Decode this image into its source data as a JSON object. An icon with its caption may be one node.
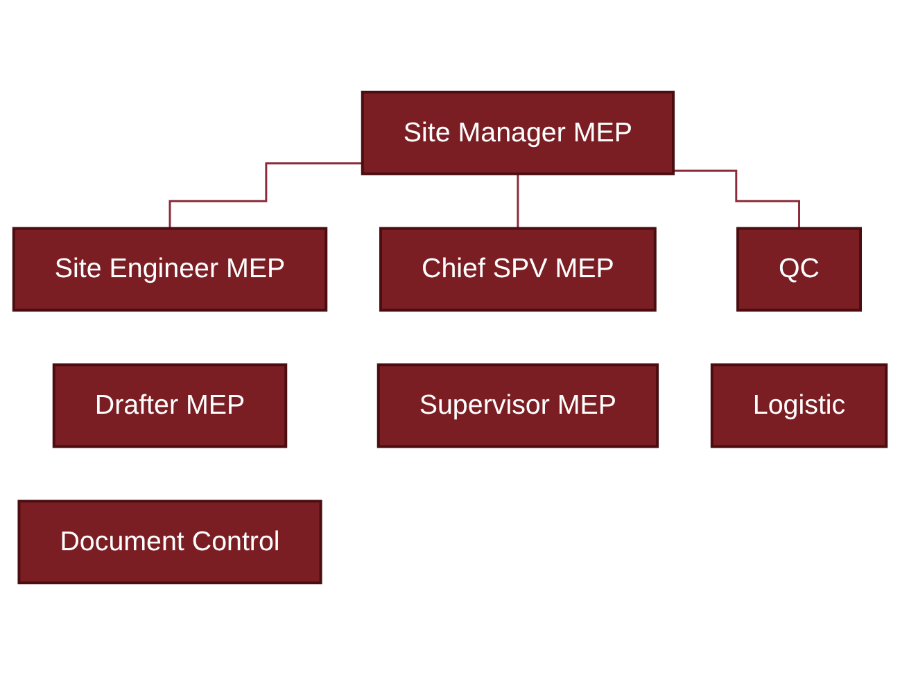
{
  "diagram": {
    "nodes": [
      {
        "text": [
          "Site Manager MEP"
        ]
      },
      {
        "text": [
          "Site Engineer MEP"
        ]
      },
      {
        "text": [
          "Chief SPV MEP"
        ]
      },
      {
        "text": [
          "QC"
        ]
      },
      {
        "text": [
          "Drafter MEP"
        ]
      },
      {
        "text": [
          "Supervisor MEP"
        ]
      },
      {
        "text": [
          "Logistic"
        ]
      },
      {
        "text": [
          "Document Control"
        ]
      }
    ],
    "edges": [
      {
        "from": 0,
        "to": 1,
        "arrow": "none"
      },
      {
        "from": 0,
        "to": 2,
        "arrow": "none"
      },
      {
        "from": 0,
        "to": 3,
        "arrow": "none"
      }
    ]
  }
}
